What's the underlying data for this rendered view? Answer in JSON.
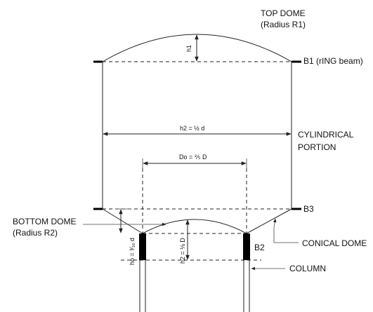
{
  "labels": {
    "top_dome_line1": "TOP DOME",
    "top_dome_line2": "(Radius R1)",
    "b1": "B1 (rING beam)",
    "cylindrical_line1": "CYLINDRICAL",
    "cylindrical_line2": "PORTION",
    "bottom_dome_line1": "BOTTOM DOME",
    "bottom_dome_line2": "(Radius R2)",
    "b3": "B3",
    "b2": "B2",
    "conical_dome": "CONICAL DOME",
    "column": "COLUMN"
  },
  "dimensions": {
    "h1": "h1",
    "h2_cyl": "h2 = ½ d",
    "do": "Do = ⅖ D",
    "ho": "ho = ³⁄₁₆ d",
    "h2_bottom": "h2 = ⅛ D"
  }
}
